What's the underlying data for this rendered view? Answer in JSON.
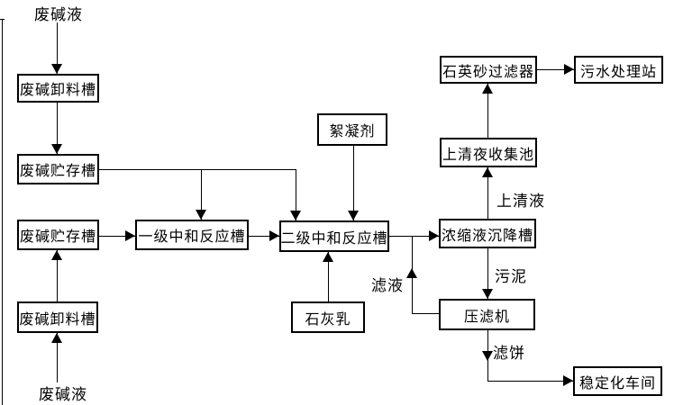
{
  "flowchart": {
    "source_labels": {
      "feed_top": "废碱液",
      "feed_bottom": "废碱液"
    },
    "nodes": {
      "unloading_tank_top": "废碱卸料槽",
      "storage_tank_top": "废碱贮存槽",
      "storage_tank_bottom": "废碱贮存槽",
      "unloading_tank_bottom": "废碱卸料槽",
      "primary_neutralization_tank": "一级中和反应槽",
      "secondary_neutralization_tank": "二级中和反应槽",
      "flocculant": "絮凝剂",
      "lime_milk": "石灰乳",
      "concentrate_settling_tank": "浓缩液沉降槽",
      "supernatant_collection_pool": "上清夜收集池",
      "quartz_sand_filter": "石英砂过滤器",
      "sewage_treatment_station": "污水处理站",
      "filter_press": "压滤机",
      "stabilization_workshop": "稳定化车间"
    },
    "edge_labels": {
      "supernatant": "上清液",
      "filtrate": "滤液",
      "sludge": "污泥",
      "filter_cake": "滤饼"
    },
    "colors": {
      "line": "#000000",
      "box_border": "#000000",
      "box_background": "#ffffff",
      "page_background": "#ffffff",
      "text": "#000000"
    }
  }
}
